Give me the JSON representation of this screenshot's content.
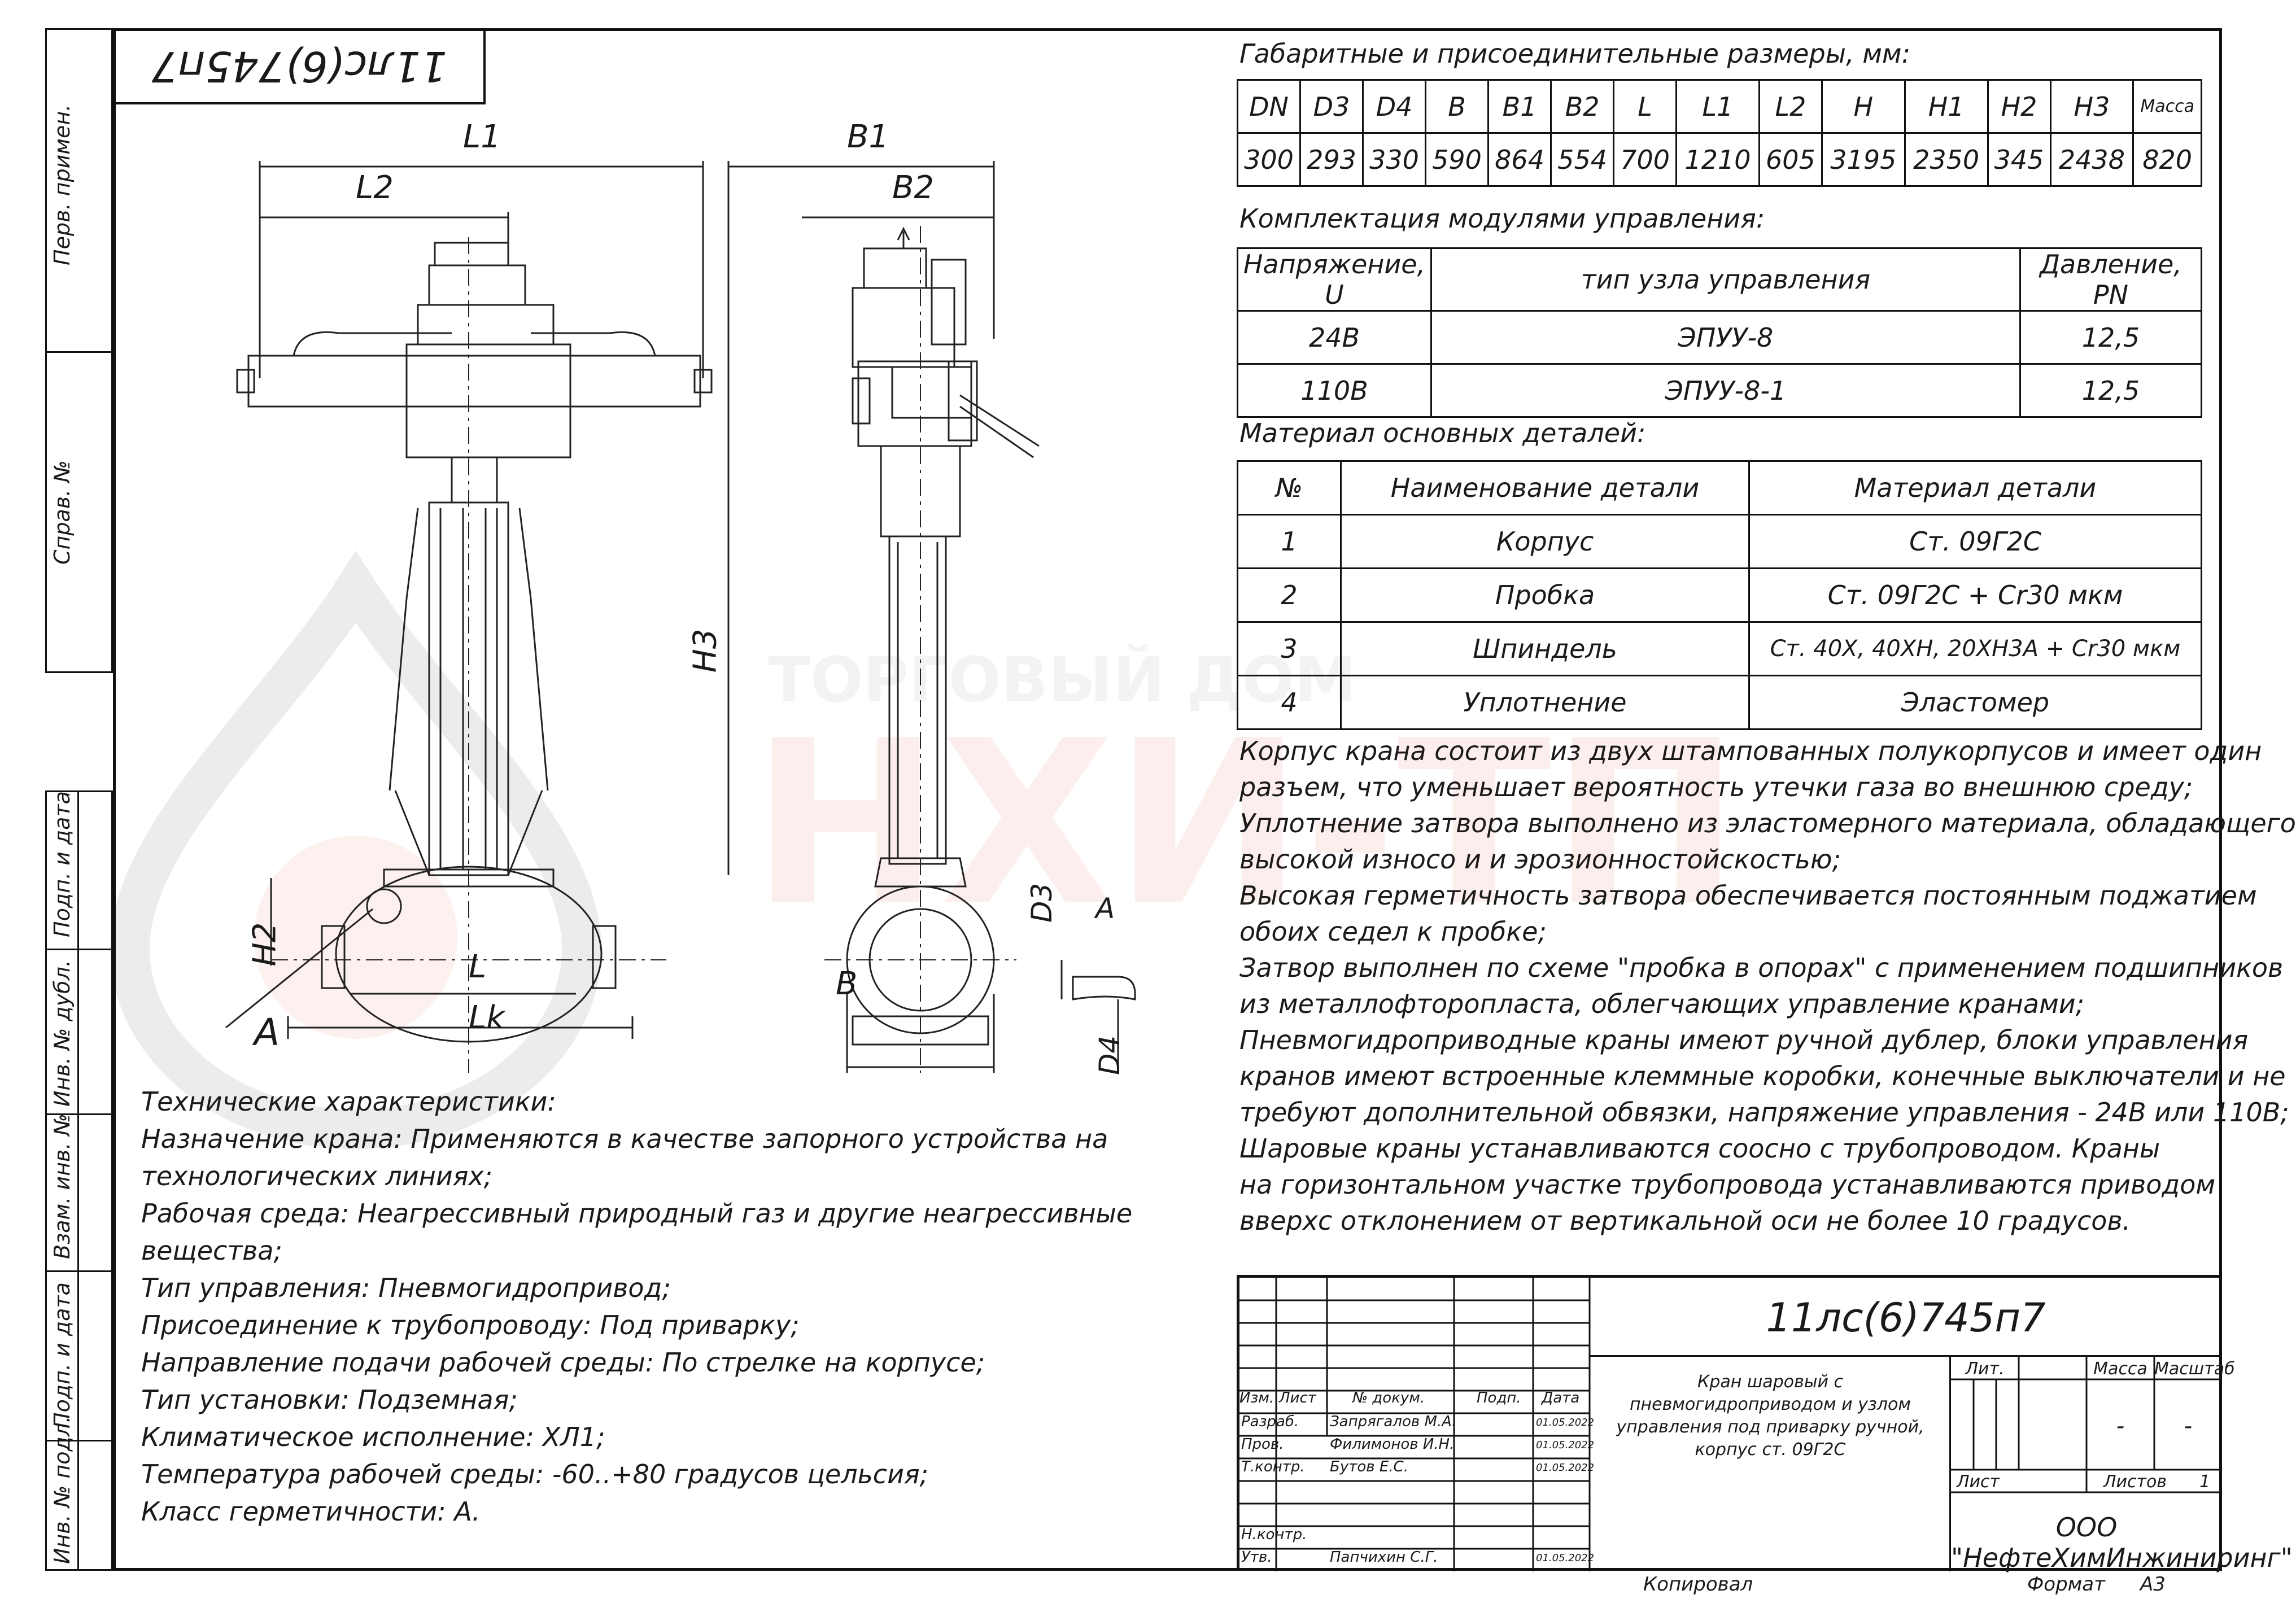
{
  "drawing_code": "11лс(6)745п7",
  "side_labels": [
    "Перв. примен.",
    "Справ. №",
    "Подп. и дата",
    "Инв. № дубл.",
    "Взам. инв. №",
    "Подп. и дата",
    "Инв. № подл."
  ],
  "watermark": {
    "line1": "ТОРГОВЫЙ ДОМ",
    "line2": "НХИ-ТП"
  },
  "dims_left": {
    "L1": "L1",
    "L2": "L2",
    "H2": "H2",
    "L": "L",
    "Lk": "Lk",
    "A": "A"
  },
  "dims_side": {
    "B1": "B1",
    "B2": "B2",
    "H3": "H3",
    "B": "B",
    "D3": "D3",
    "D4": "D4",
    "A": "A"
  },
  "dims_table": {
    "title": "Габаритные и присоединительные размеры, мм:",
    "headers": [
      "DN",
      "D3",
      "D4",
      "B",
      "B1",
      "B2",
      "L",
      "L1",
      "L2",
      "H",
      "H1",
      "H2",
      "H3",
      "Масса"
    ],
    "values": [
      "300",
      "293",
      "330",
      "590",
      "864",
      "554",
      "700",
      "1210",
      "605",
      "3195",
      "2350",
      "345",
      "2438",
      "820"
    ]
  },
  "control_table": {
    "title": "Комплектация модулями управления:",
    "headers": [
      "Напряжение, U",
      "тип узла управления",
      "Давление, PN"
    ],
    "rows": [
      [
        "24В",
        "ЭПУУ-8",
        "12,5"
      ],
      [
        "110В",
        "ЭПУУ-8-1",
        "12,5"
      ]
    ]
  },
  "material_table": {
    "title": "Материал основных деталей:",
    "headers": [
      "№",
      "Наименование детали",
      "Материал детали"
    ],
    "rows": [
      [
        "1",
        "Корпус",
        "Ст. 09Г2С"
      ],
      [
        "2",
        "Пробка",
        "Ст. 09Г2С + Cr30 мкм"
      ],
      [
        "3",
        "Шпиндель",
        "Ст. 40Х, 40ХН, 20ХН3А + Cr30 мкм"
      ],
      [
        "4",
        "Уплотнение",
        "Эластомер"
      ]
    ]
  },
  "description_lines": [
    "Корпус крана состоит из двух штампованных полукорпусов и имеет один",
    "разъем, что уменьшает вероятность утечки газа во внешнюю среду;",
    "Уплотнение затвора выполнено из эластомерного материала, обладающего",
    "высокой износо и и эрозионностойскостью;",
    "Высокая герметичность затвора обеспечивается постоянным поджатием",
    "обоих седел к пробке;",
    "Затвор выполнен по схеме \"пробка в опорах\" с применением подшипников",
    "из металлофторопласта, облегчающих управление кранами;",
    "Пневмогидроприводные краны имеют ручной дублер, блоки управления",
    "кранов имеют встроенные клеммные коробки, конечные выключатели и не",
    "требуют дополнительной обвязки, напряжение управления - 24В или 110В;",
    "Шаровые краны устанавливаются соосно с трубопроводом. Краны",
    "на горизонтальном участке трубопровода устанавливаются приводом",
    "вверхс отклонением от вертикальной оси не более 10 градусов."
  ],
  "tech": {
    "title": "Технические характеристики:",
    "lines": [
      "Назначение крана: Применяются в качестве запорного устройства на",
      "технологических линиях;",
      "Рабочая среда: Неагрессивный природный газ и другие неагрессивные",
      "вещества;",
      "Тип управления: Пневмогидропривод;",
      "Присоединение к трубопроводу: Под приварку;",
      "Направление подачи рабочей среды: По стрелке на корпусе;",
      "Тип установки: Подземная;",
      "Климатическое исполнение: ХЛ1;",
      "Температура рабочей среды: -60..+80 градусов цельсия;",
      "Класс герметичности: А."
    ]
  },
  "stamp": {
    "code": "11лс(6)745п7",
    "description": [
      "Кран шаровый с",
      "пневмогидроприводом и узлом",
      "управления под приварку ручной,",
      "корпус ст. 09Г2С"
    ],
    "col_headers": [
      "Изм.",
      "Лист",
      "№ докум.",
      "Подп.",
      "Дата"
    ],
    "people": [
      {
        "role": "Разраб.",
        "name": "Запрягалов М.А.",
        "date": "01.05.2022"
      },
      {
        "role": "Пров.",
        "name": "Филимонов И.Н.",
        "date": "01.05.2022"
      },
      {
        "role": "Т.контр.",
        "name": "Бутов Е.С.",
        "date": "01.05.2022"
      },
      {
        "role": "Н.контр.",
        "name": "",
        "date": ""
      },
      {
        "role": "Утв.",
        "name": "Папчихин С.Г.",
        "date": "01.05.2022"
      }
    ],
    "lit_label": "Лит.",
    "mass_label": "Масса",
    "scale_label": "Масштаб",
    "mass_value": "-",
    "scale_value": "-",
    "sheet_label": "Лист",
    "sheets_label": "Листов",
    "sheets_value": "1",
    "company": "ООО \"НефтеХимИнжиниринг\"",
    "copied": "Копировал",
    "format_label": "Формат",
    "format_value": "А3"
  }
}
